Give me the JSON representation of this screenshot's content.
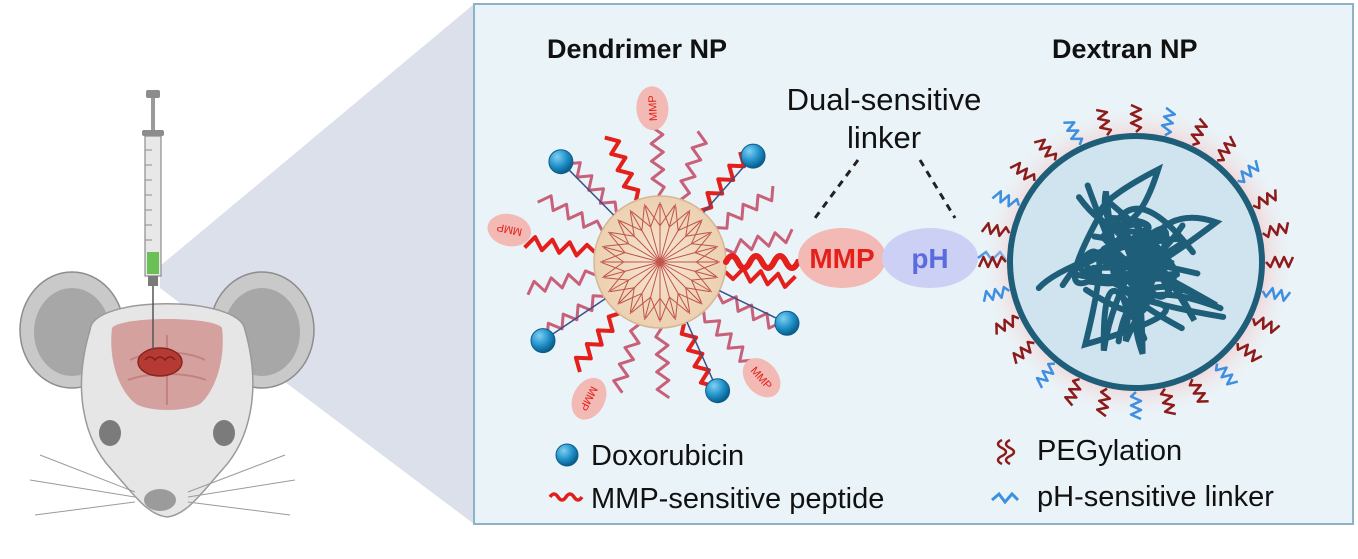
{
  "panel": {
    "dendrimer_title": "Dendrimer NP",
    "dextran_title": "Dextran NP",
    "linker_title_line1": "Dual-sensitive",
    "linker_title_line2": "linker",
    "mmp_label": "MMP",
    "ph_label": "pH",
    "mmp_tag": "MMP"
  },
  "legend": {
    "items": [
      {
        "label": "Doxorubicin",
        "icon": "blue-sphere-icon"
      },
      {
        "label": "MMP-sensitive peptide",
        "icon": "red-wave-icon"
      },
      {
        "label": "PEGylation",
        "icon": "dark-red-squiggle-icon"
      },
      {
        "label": "pH-sensitive linker",
        "icon": "blue-zigzag-icon"
      }
    ]
  },
  "colors": {
    "panel_bg": "#eaf4f8",
    "panel_border": "#8fb3c6",
    "doxorubicin": "#1e8fc8",
    "mmp_peptide": "#e3201b",
    "mmp_ellipse": "#f3b9b4",
    "ph_ellipse": "#cdd0f5",
    "ph_text": "#5a6adf",
    "dendrimer_core": "#f2dcc3",
    "dextran": "#1f5e79",
    "pegylation": "#8e1b1b",
    "ph_linker": "#3d8fe0"
  }
}
